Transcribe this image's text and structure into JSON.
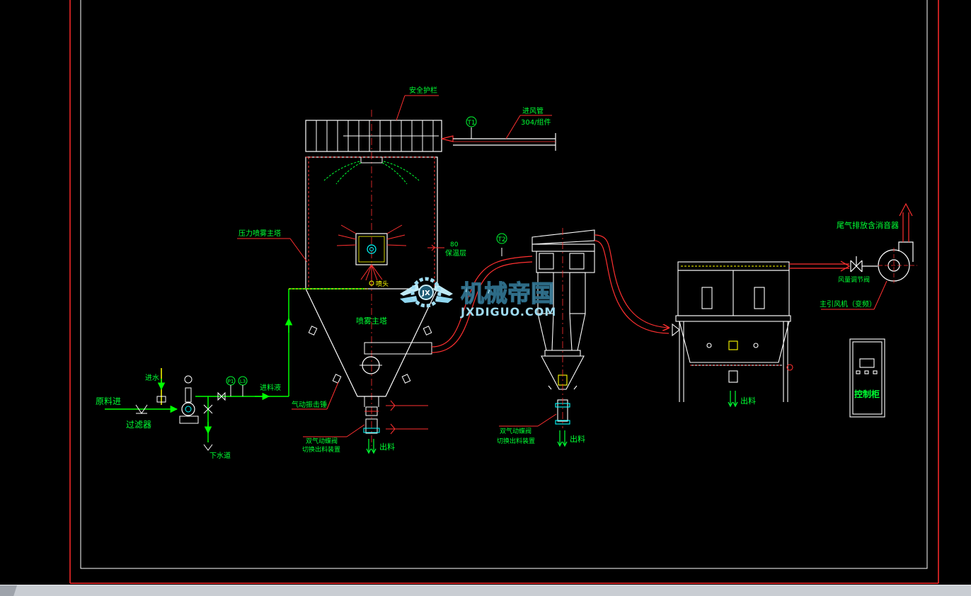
{
  "drawing": {
    "labels": {
      "safety_rail": "安全护栏",
      "air_inlet_pipe": "进风管",
      "air_inlet_material": "304/组件",
      "t1": "T1",
      "t2": "T2",
      "p1": "P1",
      "t3": "L3",
      "pressure_tower": "压力喷雾主塔",
      "insulation_thickness": "80",
      "insulation": "保温层",
      "nozzle": "喷头",
      "spray_tower": "喷雾主塔",
      "pneumatic_hammer": "气动振击锤",
      "feed_liquid": "进料液",
      "water_in": "进水",
      "raw_material_in": "原料进",
      "filter": "过滤器",
      "drain": "下水道",
      "double_valve_1": "双气动蝶阀",
      "switch_discharge_1": "切换出料装置",
      "discharge_1": "出料",
      "double_valve_2": "双气动蝶阀",
      "switch_discharge_2": "切换出料装置",
      "discharge_2": "出料",
      "discharge_3": "出料",
      "exhaust_silencer": "尾气排放含消音器",
      "air_volume_valve": "风量调节阀",
      "main_fan": "主引风机（变频）",
      "control_cabinet": "控制柜"
    },
    "watermark": {
      "title": "机械帝国",
      "url": "JXDIGUO.COM"
    },
    "colors": {
      "background": "#000000",
      "outer_frame": "#ff2a2a",
      "inner_frame": "#ffffff",
      "linework": "#ffffff",
      "leader": "#ff2020",
      "annotation_text": "#00ff33",
      "feed_line": "#00ff00",
      "yellow": "#ffff00",
      "cyan": "#00ffff",
      "red_pipe": "#ff3030"
    }
  }
}
